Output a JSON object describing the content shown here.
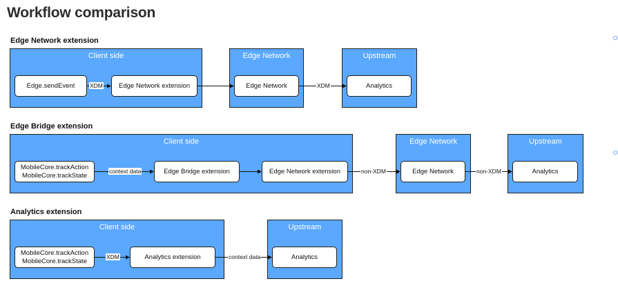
{
  "page": {
    "title": "Workflow comparison"
  },
  "sections": [
    {
      "title": "Edge Network extension",
      "regions": {
        "client": "Client side",
        "edge": "Edge Network",
        "upstream": "Upstream"
      },
      "nodes": {
        "send_event": "Edge.sendEvent",
        "edge_ext": "Edge Network extension",
        "edge_network": "Edge Network",
        "analytics": "Analytics"
      },
      "edges": {
        "send_to_ext": "XDM",
        "network_to_analytics": "XDM"
      }
    },
    {
      "title": "Edge Bridge extension",
      "regions": {
        "client": "Client side",
        "edge": "Edge Network",
        "upstream": "Upstream"
      },
      "nodes": {
        "track_line1": "MobileCore.trackAction",
        "track_line2": "MobileCore.trackState",
        "bridge_ext": "Edge Bridge extension",
        "edge_ext": "Edge Network extension",
        "edge_network": "Edge Network",
        "analytics": "Analytics"
      },
      "edges": {
        "track_to_bridge": "context data",
        "ext_to_network": "non-XDM",
        "network_to_analytics": "non-XDM"
      }
    },
    {
      "title": "Analytics extension",
      "regions": {
        "client": "Client side",
        "upstream": "Upstream"
      },
      "nodes": {
        "track_line1": "MobileCore.trackAction",
        "track_line2": "MobileCore.trackState",
        "analytics_ext": "Analytics extension",
        "analytics": "Analytics"
      },
      "edges": {
        "track_to_ext": "XDM",
        "ext_to_analytics": "context data"
      }
    }
  ],
  "icons": [
    "copy-link-icon",
    "copy-link-icon"
  ]
}
